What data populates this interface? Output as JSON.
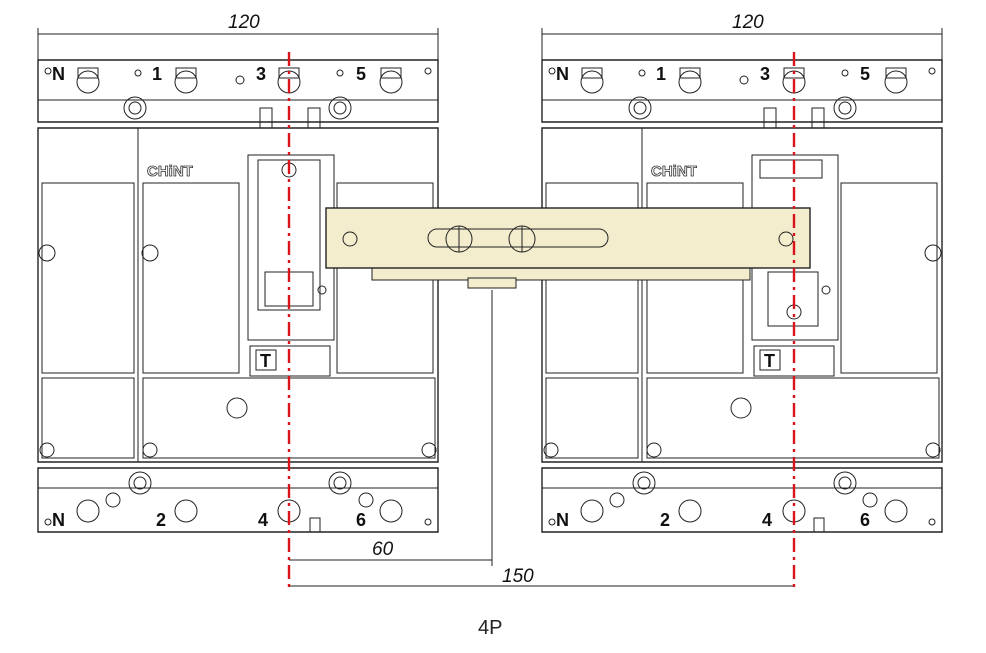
{
  "dimensions": {
    "width_left": "120",
    "width_right": "120",
    "offset": "60",
    "pitch": "150"
  },
  "breaker_left": {
    "brand": "CHiNT",
    "top_terminals": [
      "N",
      "1",
      "3",
      "5"
    ],
    "bottom_terminals": [
      "N",
      "2",
      "4",
      "6"
    ],
    "trip_label": "T"
  },
  "breaker_right": {
    "brand": "CHiNT",
    "top_terminals": [
      "N",
      "1",
      "3",
      "5"
    ],
    "bottom_terminals": [
      "N",
      "2",
      "4",
      "6"
    ],
    "trip_label": "T"
  },
  "caption": "4P",
  "colors": {
    "centerline": "#d9141b",
    "interlock_plate": "#f3eccd",
    "outline": "#222222"
  }
}
